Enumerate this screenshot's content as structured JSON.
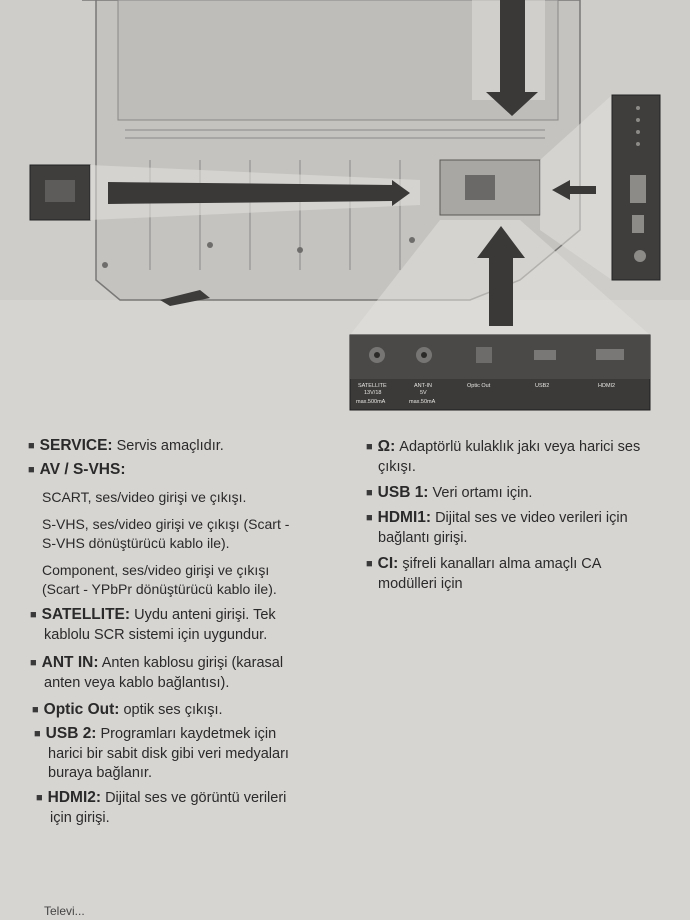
{
  "diagram": {
    "port_labels": {
      "satellite": [
        "SATELLITE",
        "13V/18",
        "max.500mA"
      ],
      "ant_in": [
        "ANT-IN",
        "5V",
        "max.50mA"
      ],
      "optic_out": "Optic Out",
      "usb2": "USB2",
      "hdmi2": "HDMI2"
    }
  },
  "left_col": {
    "service": {
      "term": "SERVICE:",
      "desc": " Servis amaçlıdır."
    },
    "av_svhs": {
      "term": "AV / S-VHS:"
    },
    "p1": [
      "SCART, ses/video girişi ve çıkışı."
    ],
    "p2": [
      "S-VHS, ses/video girişi ve çıkışı (Scart -",
      "S-VHS dönüştürücü kablo ile)."
    ],
    "p3": [
      "Component, ses/video girişi ve çıkışı",
      "(Scart - YPbPr dönüştürücü kablo ile)."
    ],
    "satellite": {
      "term": "SATELLITE:",
      "line1": " Uydu anteni girişi. Tek",
      "line2": "kablolu SCR sistemi için uygundur."
    },
    "ant_in": {
      "term": "ANT IN:",
      "line1": " Anten kablosu girişi (karasal",
      "line2": "anten veya kablo bağlantısı)."
    },
    "optic_out": {
      "term": "Optic Out:",
      "desc": " optik ses çıkışı."
    },
    "usb2": {
      "term": "USB 2:",
      "line1": " Programları kaydetmek için",
      "line2": "harici bir sabit disk gibi veri medyaları",
      "line3": "buraya bağlanır."
    },
    "hdmi2": {
      "term": "HDMI2:",
      "line1": " Dijital ses ve görüntü verileri",
      "line2": "için girişi."
    }
  },
  "right_col": {
    "headphone": {
      "term": "Ω:",
      "line1": " Adaptörlü kulaklık jakı veya harici ses",
      "line2": "çıkışı."
    },
    "usb1": {
      "term": "USB 1:",
      "desc": " Veri ortamı için."
    },
    "hdmi1": {
      "term": "HDMI1:",
      "line1": " Dijital ses ve video verileri için",
      "line2": "bağlantı girişi."
    },
    "ci": {
      "term": "CI:",
      "line1": " şifreli kanalları alma amaçlı CA",
      "line2": "modülleri için"
    }
  },
  "footer": {
    "text": "Televi..."
  }
}
